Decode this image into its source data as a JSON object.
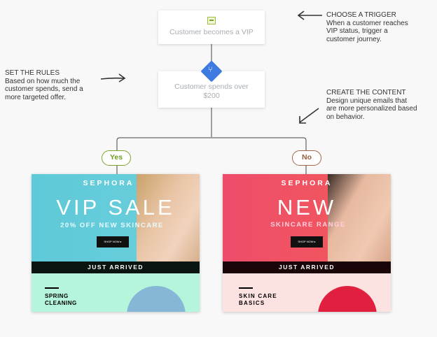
{
  "nodes": {
    "trigger": {
      "label": "Customer becomes a VIP",
      "icon": "calendar-icon"
    },
    "rule": {
      "label": "Customer spends over $200",
      "icon": "split-icon"
    }
  },
  "branches": {
    "yes": "Yes",
    "no": "No"
  },
  "annotations": {
    "trigger": {
      "heading": "CHOOSE A TRIGGER",
      "body": "When a customer reaches VIP status, trigger a customer journey."
    },
    "rules": {
      "heading": "SET THE RULES",
      "body": "Based on how much the customer spends, send a more targeted offer."
    },
    "content": {
      "heading": "CREATE THE CONTENT",
      "body": "Design unique emails that are more personalized based on behavior."
    }
  },
  "emails": [
    {
      "brand": "SEPHORA",
      "headline": "VIP SALE",
      "subhead": "20% OFF NEW SKINCARE",
      "cta": "SHOP NOW ▸",
      "banner": "JUST ARRIVED",
      "section": "SPRING CLEANING",
      "hero_color": "#5ec9d8",
      "lower_color": "#b5f5dc"
    },
    {
      "brand": "SEPHORA",
      "headline": "NEW",
      "subhead": "SKINCARE RANGE",
      "cta": "SHOP NOW ▸",
      "banner": "JUST ARRIVED",
      "section": "SKIN CARE BASICS",
      "hero_color": "#f04f66",
      "lower_color": "#fde2e2"
    }
  ],
  "colors": {
    "yes": "#7aa52a",
    "no": "#a0684a",
    "split": "#3d7be0"
  }
}
